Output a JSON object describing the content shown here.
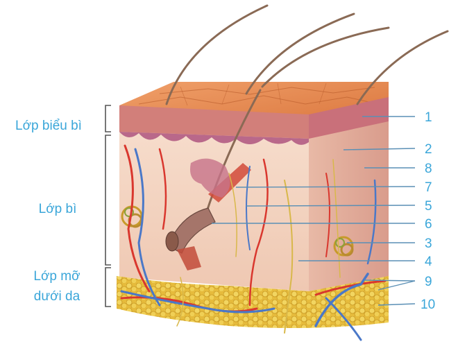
{
  "layers": {
    "epidermis": "Lớp biểu bì",
    "dermis": "Lớp bì",
    "subcutaneous_line1": "Lớp mỡ",
    "subcutaneous_line2": "dưới da"
  },
  "callouts": [
    "1",
    "2",
    "8",
    "7",
    "5",
    "6",
    "3",
    "4",
    "9",
    "10"
  ],
  "colors": {
    "label": "#3aa6d9",
    "epidermis_top": "#e3874b",
    "epidermis_mid": "#c98a7e",
    "dermis": "#f4d6c3",
    "fat": "#e8c34a",
    "artery": "#d9372e",
    "vein": "#4a78c8",
    "nerve": "#d8b84a"
  }
}
